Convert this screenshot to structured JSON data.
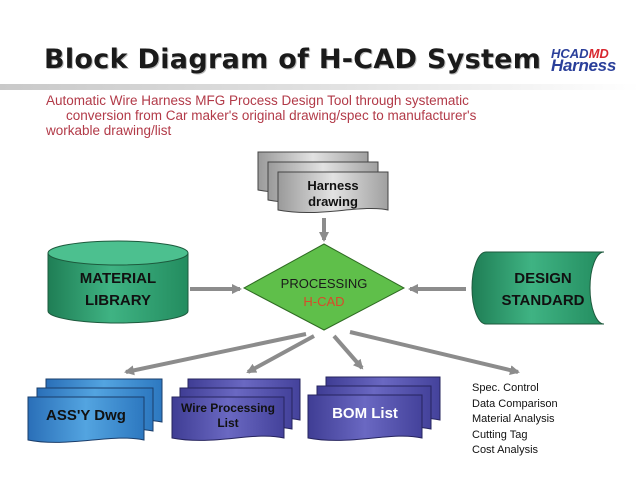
{
  "slide": {
    "title": "Block Diagram of H-CAD System",
    "logo": {
      "line1_prefix": "HCAD",
      "line1_suffix": "MD",
      "line2": "Harness"
    },
    "subtitle_lines": [
      "Automatic Wire Harness MFG Process Design Tool through systematic",
      "conversion from Car maker's original drawing/spec to manufacturer's",
      "workable drawing/list"
    ]
  },
  "diagram": {
    "input_doc": {
      "line1": "Harness",
      "line2": "drawing"
    },
    "material_library": {
      "line1": "MATERIAL",
      "line2": "LIBRARY"
    },
    "processing": {
      "line1": "PROCESSING",
      "line2": "H-CAD"
    },
    "design_standard": {
      "line1": "DESIGN",
      "line2": "STANDARD"
    },
    "outputs": {
      "assy_dwg": "ASS'Y Dwg",
      "wire_processing": {
        "line1": "Wire Processing",
        "line2": "List"
      },
      "bom_list": "BOM List"
    },
    "functions": [
      "Spec. Control",
      "Data Comparison",
      "Material Analysis",
      "Cutting Tag",
      "Cost Analysis"
    ]
  },
  "colors": {
    "title": "#1a1a1a",
    "subtitle": "#b23a48",
    "green": "#2f9e6e",
    "diamond": "#5fbf4a",
    "processing_accent": "#d84a2a",
    "assy_blue": "#3f8fd0",
    "purple": "#5a58b0",
    "arrow": "#8c8c8c"
  }
}
